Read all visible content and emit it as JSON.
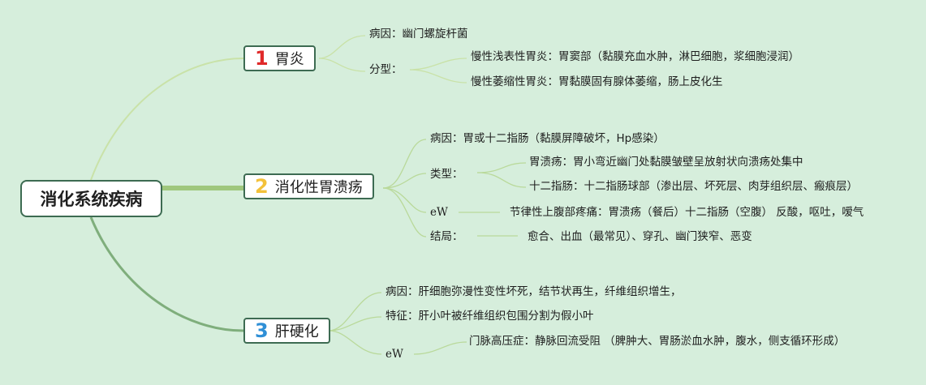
{
  "title": "消化系统疾病",
  "colors": {
    "background": "#d6eedc",
    "num1": "#e02a2a",
    "num2": "#f3c13a",
    "num3": "#2f8fd6"
  },
  "branches": [
    {
      "num": "1",
      "label": "胃炎",
      "items": {
        "cause": "病因：幽门螺旋杆菌",
        "type_label": "分型：",
        "types": [
          "慢性浅表性胃炎：胃窦部（黏膜充血水肿，淋巴细胞，浆细胞浸润）",
          "慢性萎缩性胃炎：胃黏膜固有腺体萎缩，肠上皮化生"
        ]
      }
    },
    {
      "num": "2",
      "label": "消化性胃溃疡",
      "items": {
        "cause": "病因：胃或十二指肠（黏膜屏障破坏，Hp感染）",
        "type_label": "类型：",
        "types": [
          "胃溃疡：胃小弯近幽门处黏膜皱壁呈放射状向溃疡处集中",
          "十二指肠：十二指肠球部（渗出层、坏死层、肉芽组织层、瘢痕层）"
        ],
        "ew_label": "eW",
        "ew_text": "节律性上腹部疼痛：胃溃疡（餐后）十二指肠（空腹） 反酸，呕吐，嗳气",
        "outcome_label": "结局：",
        "outcome_text": "愈合、出血（最常见）、穿孔、幽门狭窄、恶变"
      }
    },
    {
      "num": "3",
      "label": "肝硬化",
      "items": {
        "cause": "病因：肝细胞弥漫性变性坏死，结节状再生，纤维组织增生，",
        "feature": "特征：肝小叶被纤维组织包围分割为假小叶",
        "ew_label": "eW",
        "ew_text": "门脉高压症：静脉回流受阻 （脾肿大、胃肠淤血水肿，腹水，侧支循环形成）"
      }
    }
  ]
}
